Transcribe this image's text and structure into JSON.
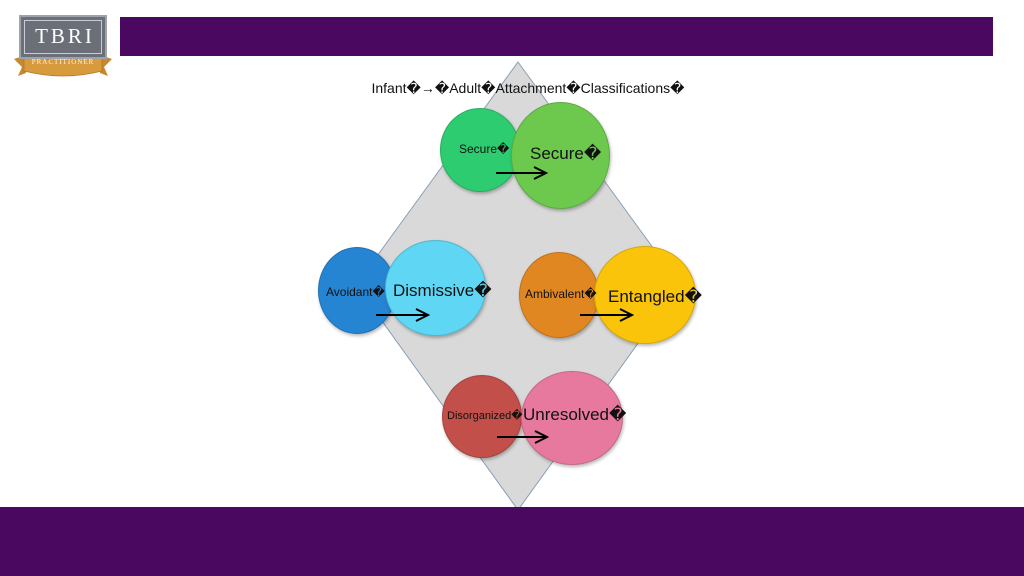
{
  "logo": {
    "text": "TBRI",
    "ribbon_text": "PRACTITIONER"
  },
  "diagram": {
    "title": "Infant�→�Adult�Attachment�Classifications�",
    "pairs": [
      {
        "infant": "Secure�",
        "adult": "Secure�"
      },
      {
        "infant": "Avoidant�",
        "adult": "Dismissive�"
      },
      {
        "infant": "Ambivalent�",
        "adult": "Entangled�"
      },
      {
        "infant": "Disorganized�",
        "adult": "Unresolved�"
      }
    ]
  },
  "colors": {
    "banner": "#4a0861",
    "diamond": "#d9d9d9",
    "secure_infant": "#2ecc71",
    "secure_adult": "#6cc94d",
    "avoidant": "#2585d3",
    "dismissive": "#5fd7f4",
    "ambivalent": "#e08721",
    "entangled": "#fac40a",
    "disorganized": "#c24f4a",
    "unresolved": "#e8799e"
  }
}
